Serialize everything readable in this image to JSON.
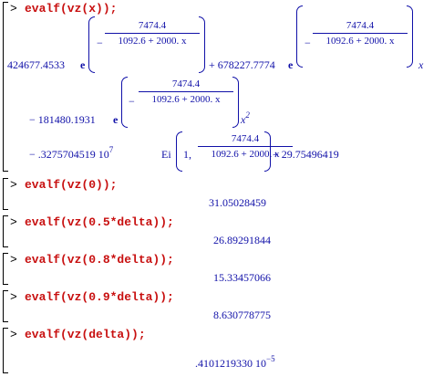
{
  "prompt_symbol": ">",
  "commands": [
    "evalf(vz(x));",
    "evalf(vz(0));",
    "evalf(vz(0.5*delta));",
    "evalf(vz(0.8*delta));",
    "evalf(vz(0.9*delta));",
    "evalf(vz(delta));"
  ],
  "expr": {
    "c1": "424677.4533",
    "c2": "+ 678227.7774",
    "c3": "− 181480.1931",
    "c4": "− .3275704519 10",
    "c4_exp": "7",
    "e": "e",
    "num": "7474.4",
    "den": "1092.6 + 2000. x",
    "minus": "−",
    "x": "x",
    "x2": "x",
    "x2_exp": "2",
    "ei": "Ei",
    "ei_arg": "1,",
    "tail": "+ 29.75496419"
  },
  "results": [
    "31.05028459",
    "26.89291844",
    "15.33457066",
    "8.630778775"
  ],
  "last_result": {
    "mantissa": ".4101219330 10",
    "exponent": "−5"
  }
}
